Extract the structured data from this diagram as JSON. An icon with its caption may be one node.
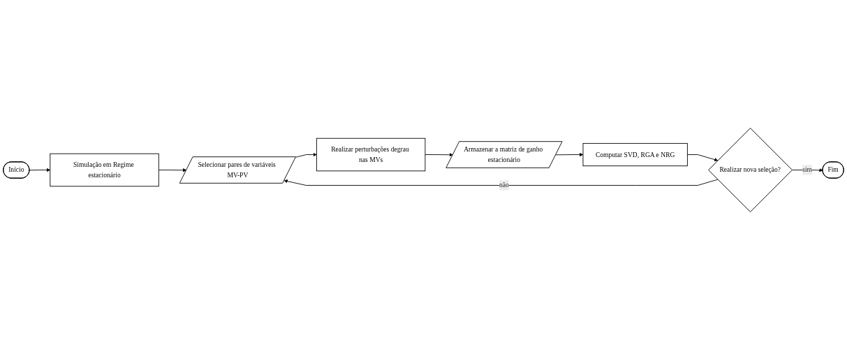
{
  "diagram": {
    "nodes": [
      {
        "text": [
          "Início"
        ]
      },
      {
        "text": [
          "Simulação em Regime estacionário"
        ]
      },
      {
        "text": [
          "Selecionar pares de variáveis MV-PV"
        ]
      },
      {
        "text": [
          "Realizar perturbações degrau nas MVs"
        ]
      },
      {
        "text": [
          "Armazenar a matriz de ganho estacionário"
        ]
      },
      {
        "text": [
          "Computar SVD, RGA e NRG"
        ]
      },
      {
        "text": [
          "Realizar nova seleção?"
        ]
      },
      {
        "text": [
          "Fim"
        ]
      }
    ],
    "edges": [
      {
        "from": 0,
        "to": 1,
        "arrow": "to"
      },
      {
        "from": 1,
        "to": 2,
        "arrow": "to"
      },
      {
        "from": 2,
        "to": 3,
        "arrow": "to"
      },
      {
        "from": 3,
        "to": 4,
        "arrow": "to"
      },
      {
        "from": 4,
        "to": 5,
        "arrow": "to"
      },
      {
        "from": 5,
        "to": 6,
        "arrow": "to"
      },
      {
        "from": 6,
        "to": 2,
        "arrow": "to",
        "label": "não"
      },
      {
        "from": 6,
        "to": 7,
        "arrow": "to",
        "label": "sim"
      }
    ]
  }
}
